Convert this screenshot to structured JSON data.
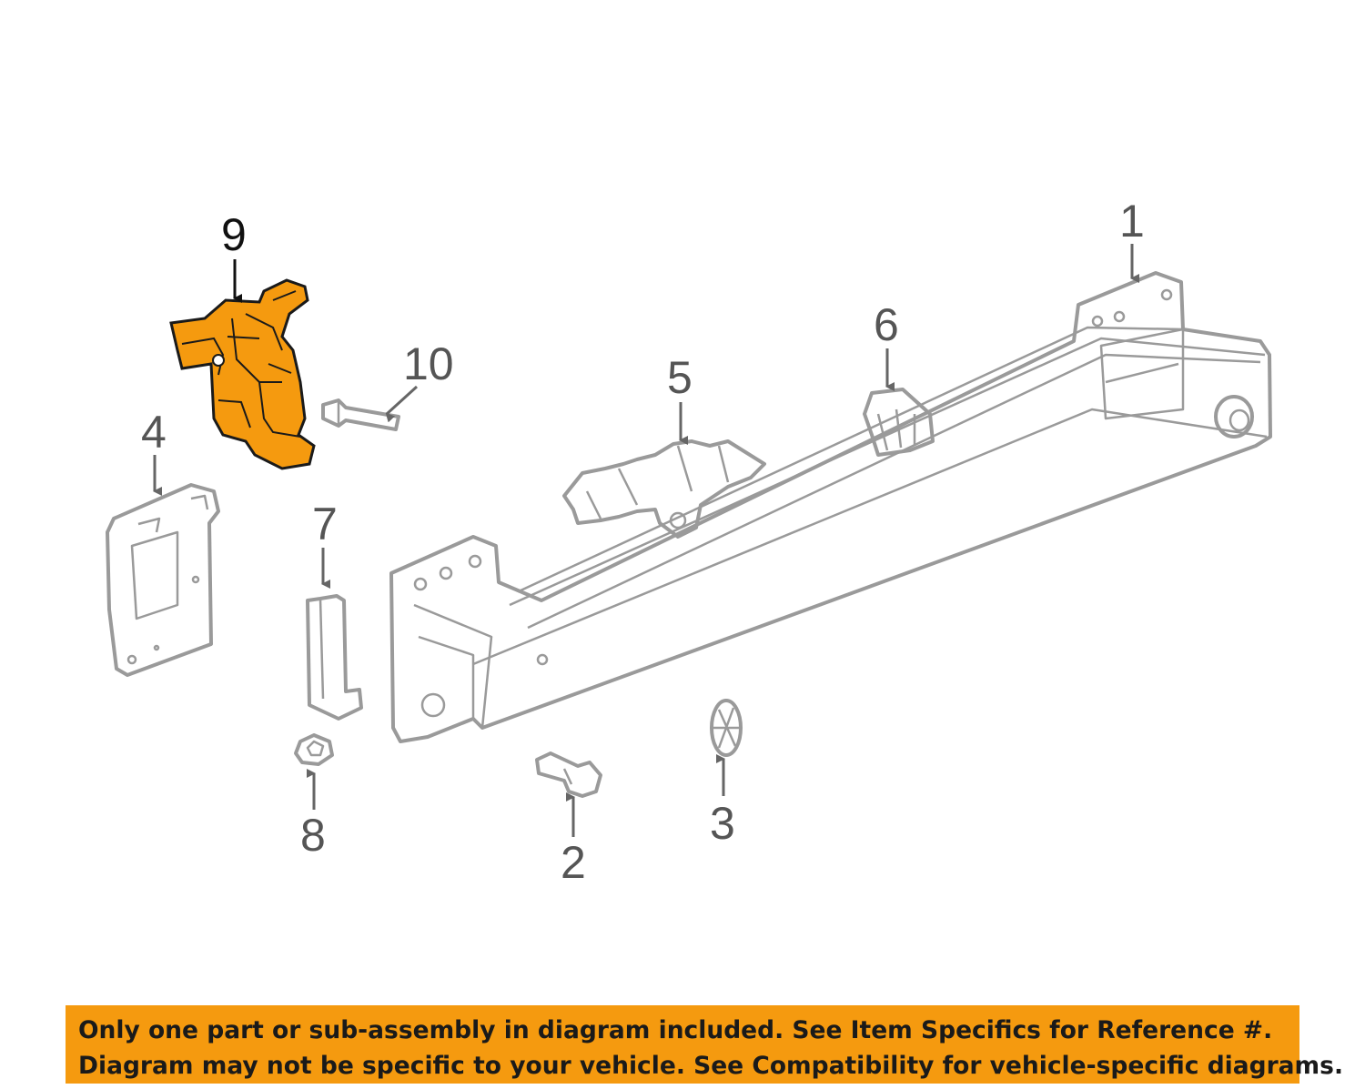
{
  "highlight_color": "#F59A0F",
  "callouts": {
    "c1": "1",
    "c2": "2",
    "c3": "3",
    "c4": "4",
    "c5": "5",
    "c6": "6",
    "c7": "7",
    "c8": "8",
    "c9": "9",
    "c10": "10"
  },
  "highlighted_callout": "9",
  "notice": {
    "line1": "Only one part or sub-assembly in diagram included. See Item Specifics for Reference #.",
    "line2": "Diagram may not be specific to your vehicle. See Compatibility for vehicle-specific diagrams."
  }
}
